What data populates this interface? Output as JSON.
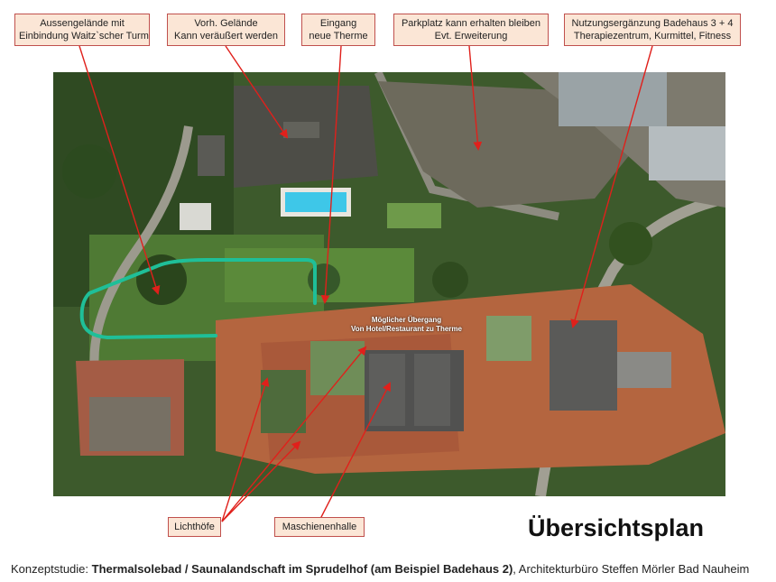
{
  "callouts": {
    "aussengelaende": {
      "line1": "Aussengelände mit",
      "line2": "Einbindung Waitz`scher Turm"
    },
    "gelaende": {
      "line1": "Vorh. Gelände",
      "line2": "Kann veräußert werden"
    },
    "eingang": {
      "line1": "Eingang",
      "line2": "neue Therme"
    },
    "parkplatz": {
      "line1": "Parkplatz kann erhalten bleiben",
      "line2": "Evt. Erweiterung"
    },
    "nutzung": {
      "line1": "Nutzungsergänzung Badehaus 3 + 4",
      "line2": "Therapiezentrum, Kurmittel, Fitness"
    },
    "lichthoefe": {
      "line1": "Lichthöfe"
    },
    "maschinenhalle": {
      "line1": "Maschienenhalle"
    }
  },
  "map": {
    "label_line1": "Möglicher Übergang",
    "label_line2": "Von Hotel/Restaurant zu Therme"
  },
  "title": "Übersichtsplan",
  "footer": {
    "prefix": "Konzeptstudie: ",
    "bold": "Thermalsolebad / Saunalandschaft im Sprudelhof (am Beispiel Badehaus 2)",
    "suffix": ", Architekturbüro Steffen Mörler Bad Nauheim"
  },
  "colors": {
    "arrow": "#e0201b",
    "path": "#1fbf98",
    "callout_bg": "#fbe6d6",
    "callout_border": "#c0504d"
  }
}
